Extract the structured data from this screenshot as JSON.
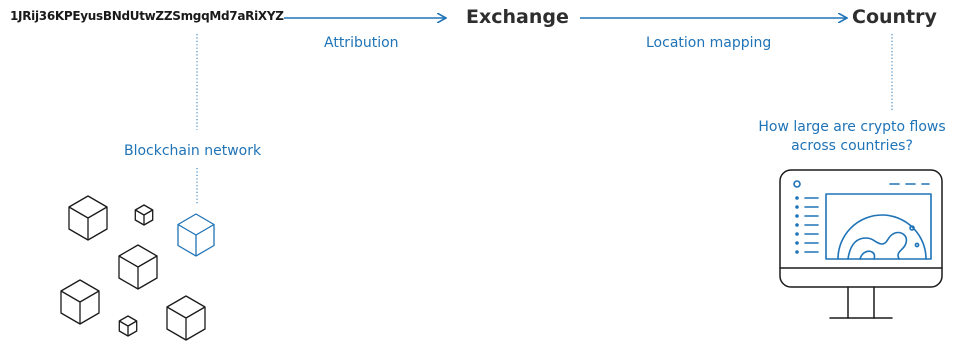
{
  "address": "1JRij36KPEyusBNdUtwZZSmgqMd7aRiXYZ",
  "nodes": {
    "exchange": "Exchange",
    "country": "Country"
  },
  "edges": {
    "attribution": "Attribution",
    "location_mapping": "Location mapping"
  },
  "blockchain_label": "Blockchain network",
  "question": {
    "line1": "How large are crypto flows",
    "line2": "across countries?"
  },
  "colors": {
    "accent": "#1f73b7",
    "ink": "#1a1a1a"
  },
  "icons": [
    "blockchain-cubes-icon",
    "computer-monitor-icon",
    "world-map-icon"
  ]
}
